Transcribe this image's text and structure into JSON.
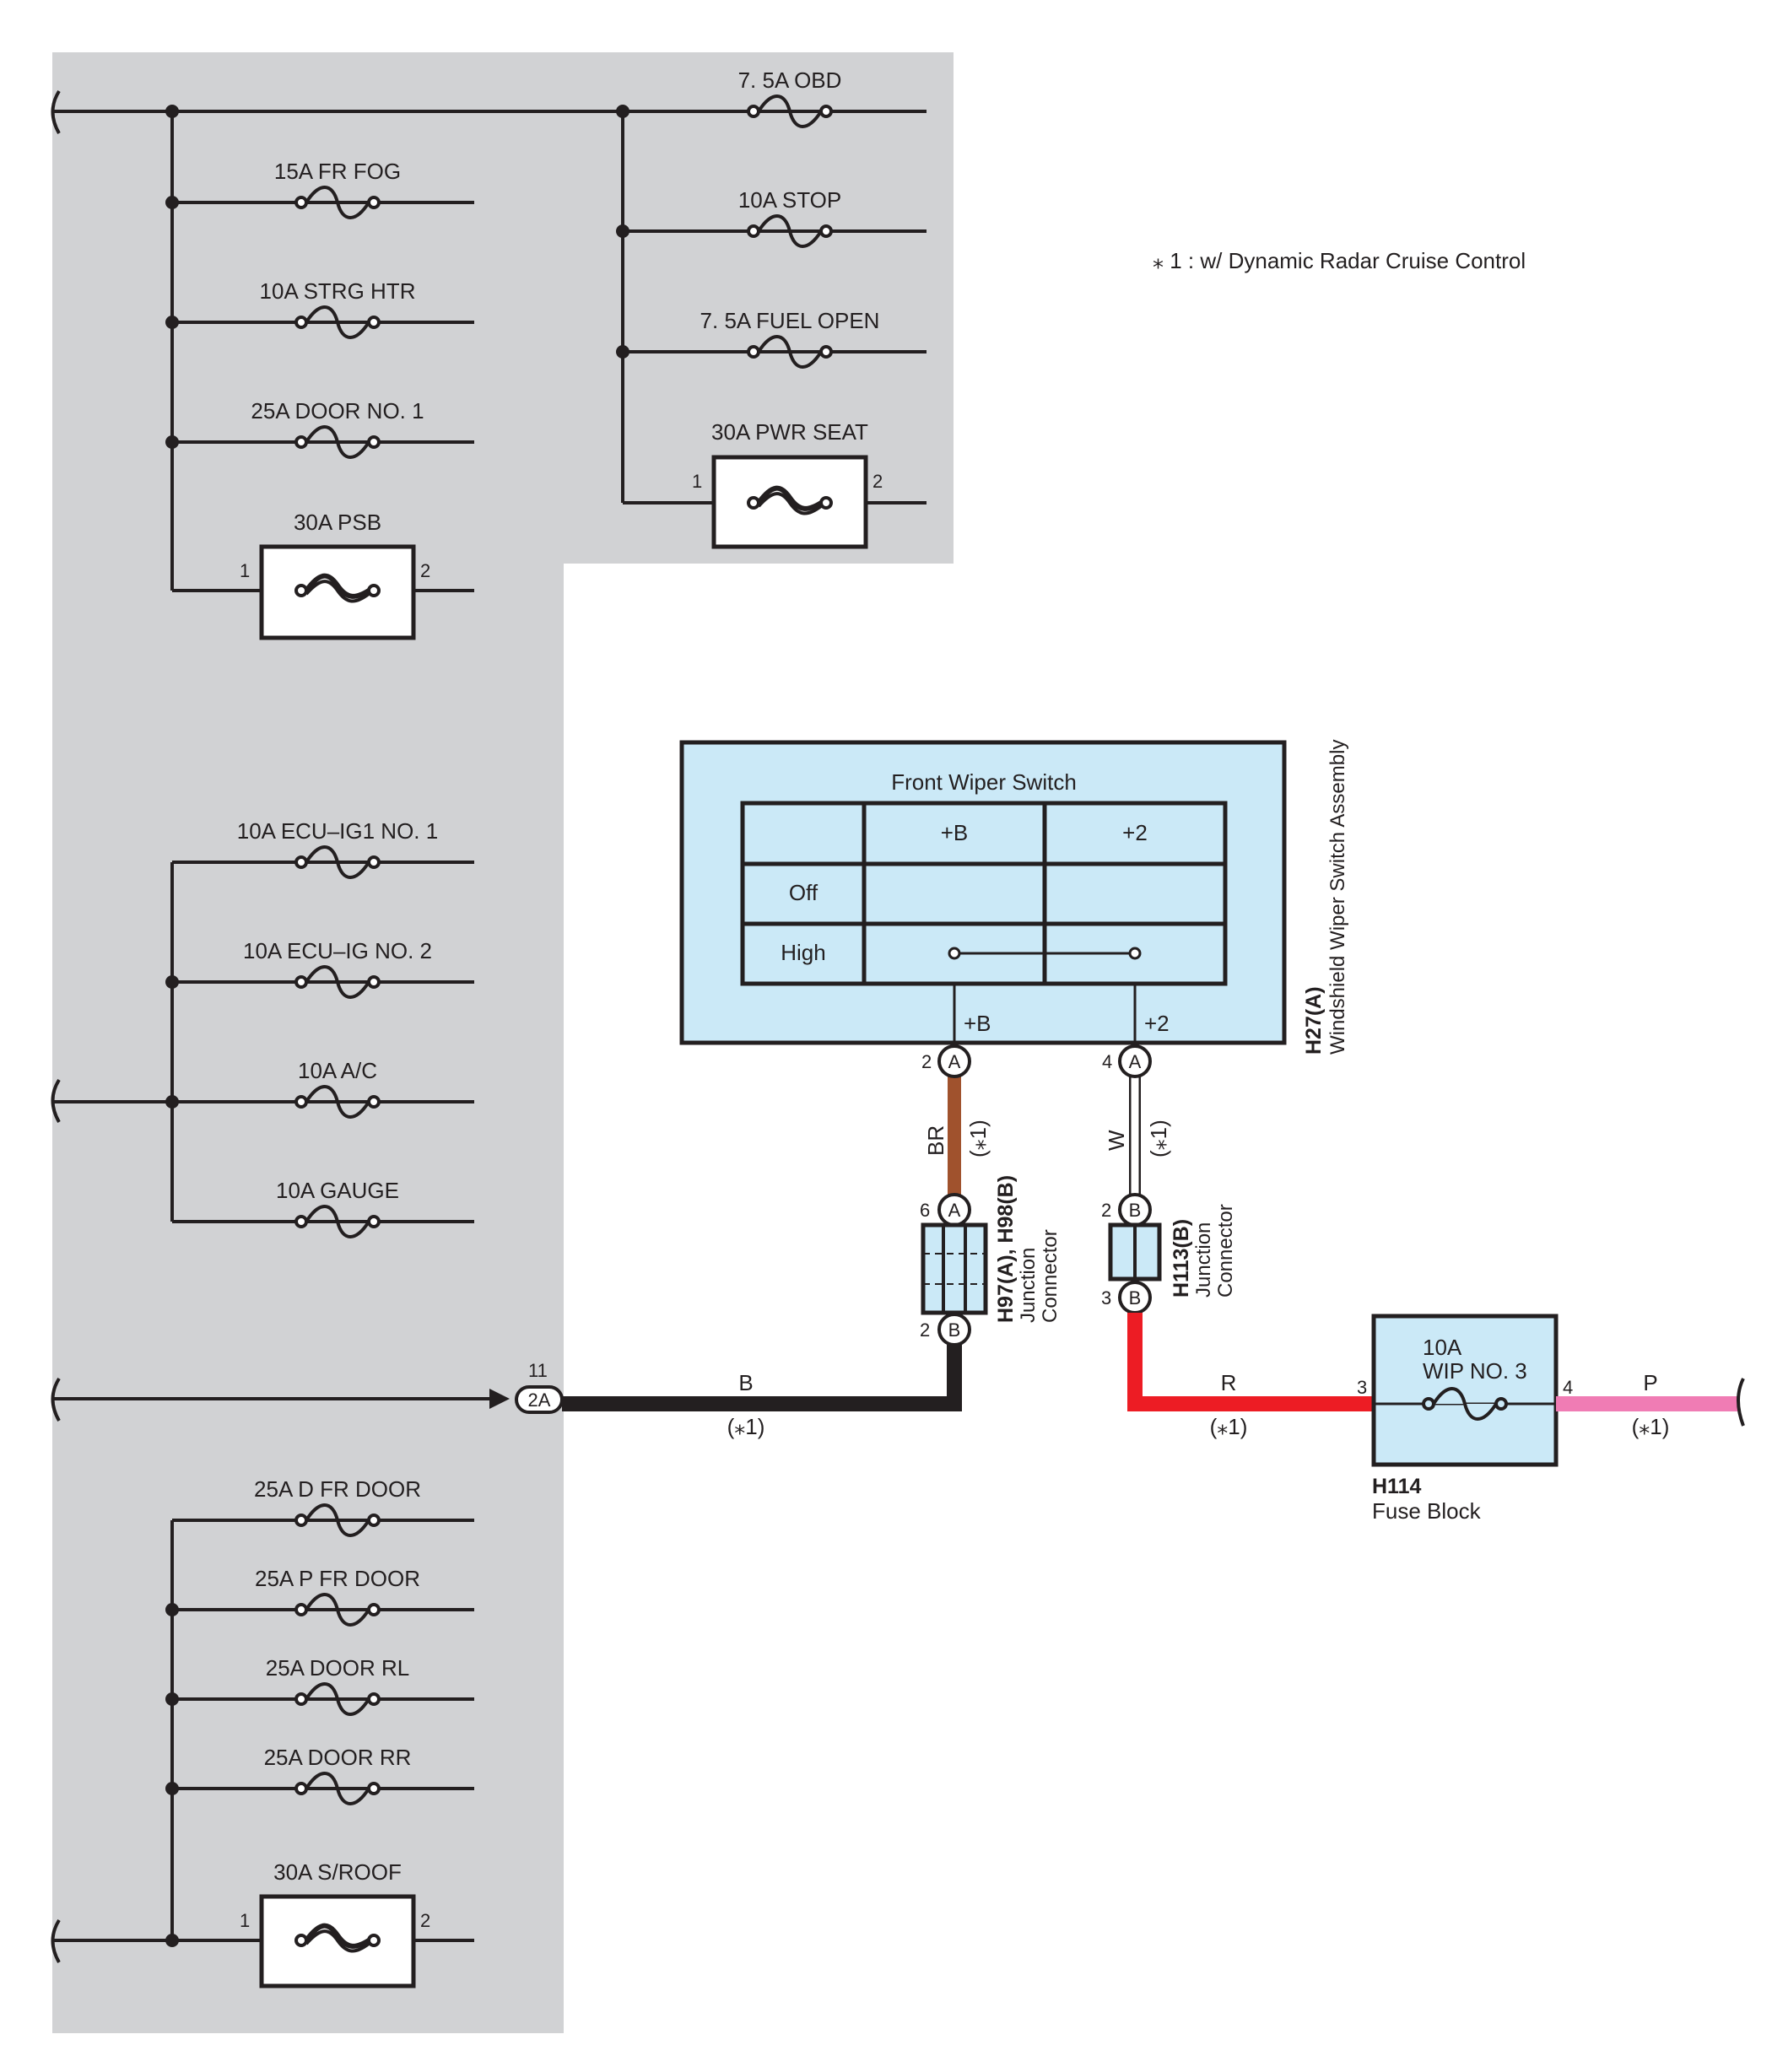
{
  "note": "⁎ 1 : w/ Dynamic Radar Cruise Control",
  "fuses": [
    {
      "id": "obd",
      "label": "7. 5A OBD"
    },
    {
      "id": "stop",
      "label": "10A STOP"
    },
    {
      "id": "fuel_open",
      "label": "7. 5A FUEL OPEN"
    },
    {
      "id": "pwr_seat",
      "label": "30A PWR SEAT"
    },
    {
      "id": "fr_fog",
      "label": "15A FR FOG"
    },
    {
      "id": "strg_htr",
      "label": "10A STRG HTR"
    },
    {
      "id": "door_no1",
      "label": "25A DOOR NO. 1"
    },
    {
      "id": "psb",
      "label": "30A PSB"
    },
    {
      "id": "ecu_ig1_no1",
      "label": "10A ECU–IG1 NO. 1"
    },
    {
      "id": "ecu_ig_no2",
      "label": "10A ECU–IG NO. 2"
    },
    {
      "id": "ac",
      "label": "10A A/C"
    },
    {
      "id": "gauge",
      "label": "10A GAUGE"
    },
    {
      "id": "d_fr_door",
      "label": "25A D FR DOOR"
    },
    {
      "id": "p_fr_door",
      "label": "25A P FR DOOR"
    },
    {
      "id": "door_rl",
      "label": "25A DOOR RL"
    },
    {
      "id": "door_rr",
      "label": "25A DOOR RR"
    },
    {
      "id": "s_roof",
      "label": "30A S/ROOF"
    }
  ],
  "pins": {
    "one": "1",
    "two": "2",
    "three": "3",
    "four": "4",
    "six": "6",
    "eleven": "11"
  },
  "connector_letters": {
    "a": "A",
    "b": "B"
  },
  "connector_2a": "2A",
  "wiper_switch": {
    "title": "Front Wiper Switch",
    "columns": [
      "",
      "+B",
      "+2"
    ],
    "rows": [
      "Off",
      "High"
    ],
    "terminal_plus_b": "+B",
    "terminal_plus_2": "+2",
    "code": "H27(A)",
    "name": "Windshield Wiper Switch Assembly"
  },
  "junction_h97": {
    "code": "H97(A), H98(B)",
    "name_line1": "Junction",
    "name_line2": "Connector"
  },
  "junction_h113": {
    "code": "H113(B)",
    "name_line1": "Junction",
    "name_line2": "Connector"
  },
  "fuse_block": {
    "fuse_amp": "10A",
    "fuse_name": "WIP NO. 3",
    "code": "H114",
    "name": "Fuse Block"
  },
  "wires": {
    "br": {
      "color_code": "BR",
      "color": "#a0522d"
    },
    "w": {
      "color_code": "W",
      "color": "#ffffff"
    },
    "b": {
      "color_code": "B",
      "color": "#231f20"
    },
    "r": {
      "color_code": "R",
      "color": "#ed1c24"
    },
    "p": {
      "color_code": "P",
      "color": "#f07cb4"
    },
    "condition": "(⁎1)"
  },
  "colors": {
    "panel_gray": "#d1d2d4",
    "component_blue": "#cbe9f7",
    "line": "#231f20"
  }
}
